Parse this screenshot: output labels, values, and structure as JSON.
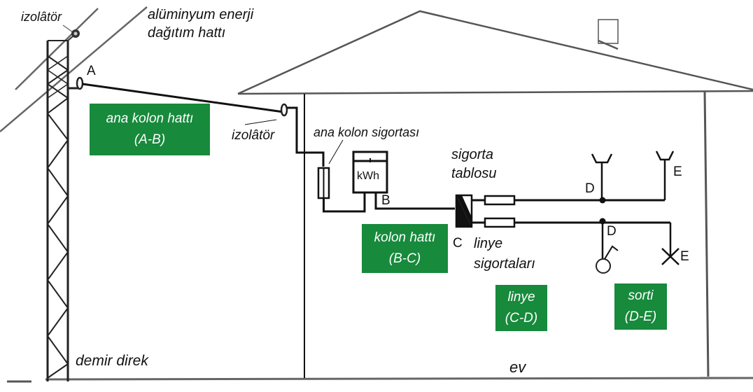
{
  "colors": {
    "segment_box": "#178a3c",
    "segment_text": "#ffffff",
    "line": "#111111",
    "house_outline": "#555555"
  },
  "labels": {
    "pole_insulator": "izolâtör",
    "power_line_1": "alüminyum enerji",
    "power_line_2": "dağıtım hattı",
    "house_insulator": "izolâtör",
    "main_column_fuse": "ana kolon sigortası",
    "fuse_panel_1": "sigorta",
    "fuse_panel_2": "tablosu",
    "branch_fuses_1": "linye",
    "branch_fuses_2": "sigortaları",
    "iron_pole": "demir direk",
    "house": "ev",
    "meter": "kWh"
  },
  "points": {
    "A": "A",
    "B": "B",
    "C": "C",
    "D_upper": "D",
    "D_lower": "D",
    "E_upper": "E",
    "E_lower": "E"
  },
  "segments": [
    {
      "name": "ana kolon hattı",
      "range": "(A-B)"
    },
    {
      "name": "kolon hattı",
      "range": "(B-C)"
    },
    {
      "name": "linye",
      "range": "(C-D)"
    },
    {
      "name": "sorti",
      "range": "(D-E)"
    }
  ]
}
